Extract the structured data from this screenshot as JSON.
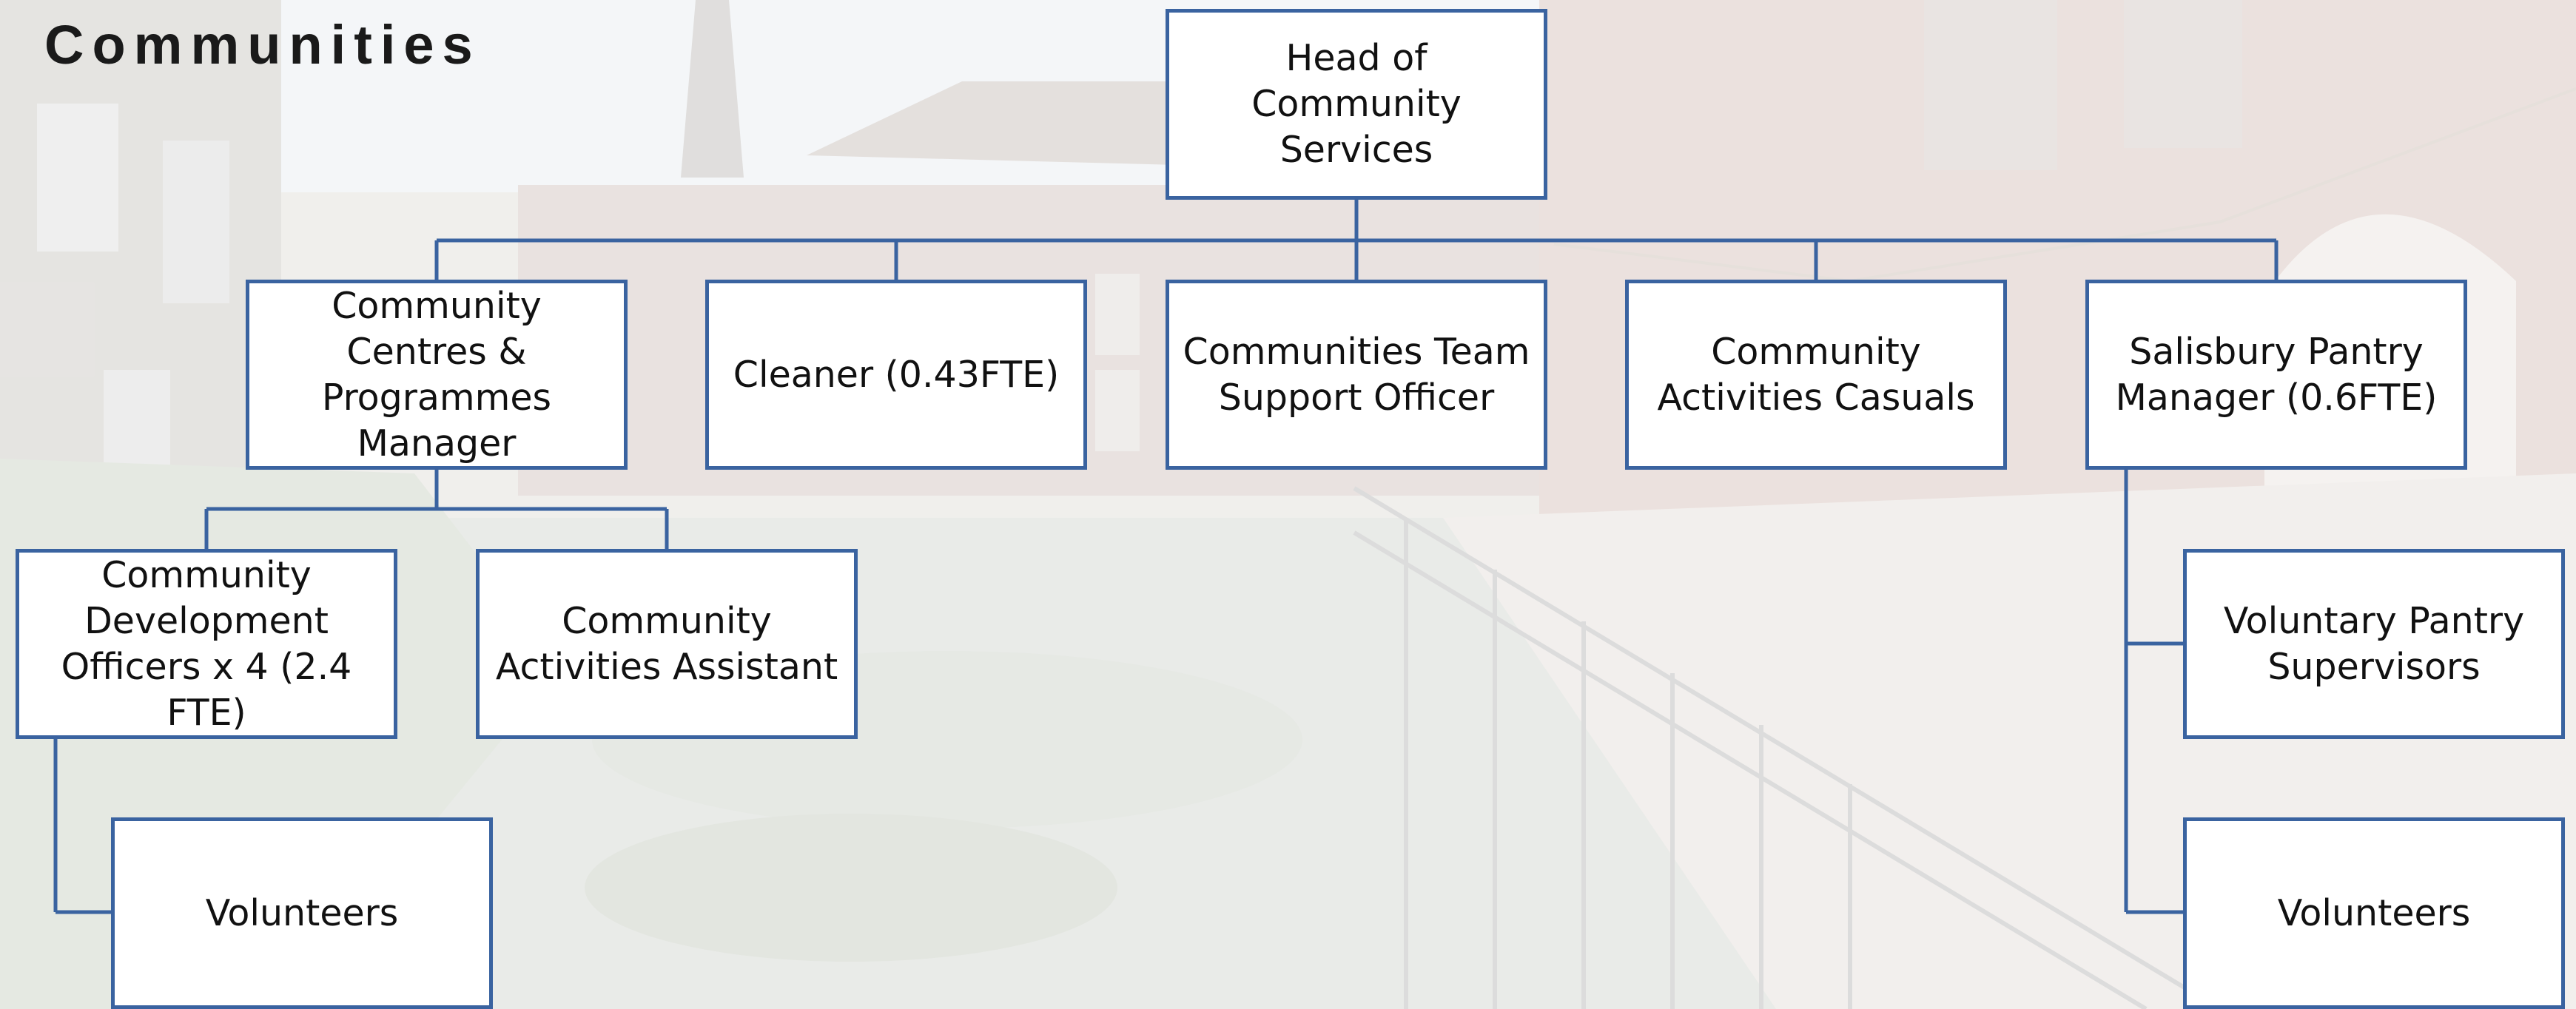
{
  "page_title": "Communities",
  "org_chart": {
    "head": "Head of Community Services",
    "centres_manager": "Community Centres & Programmes Manager",
    "cleaner": "Cleaner (0.43FTE)",
    "support_officer": "Communities Team Support Officer",
    "casuals": "Community Activities Casuals",
    "pantry_manager": "Salisbury Pantry Manager (0.6FTE)",
    "development_officers": "Community Development Officers x 4 (2.4 FTE)",
    "activities_assistant": "Community Activities Assistant",
    "volunteers_left": "Volunteers",
    "pantry_supervisors": "Voluntary Pantry Supervisors",
    "volunteers_right": "Volunteers"
  },
  "colors": {
    "box_border": "#3a63a0",
    "connector": "#3a63a0",
    "box_fill": "#ffffff"
  }
}
